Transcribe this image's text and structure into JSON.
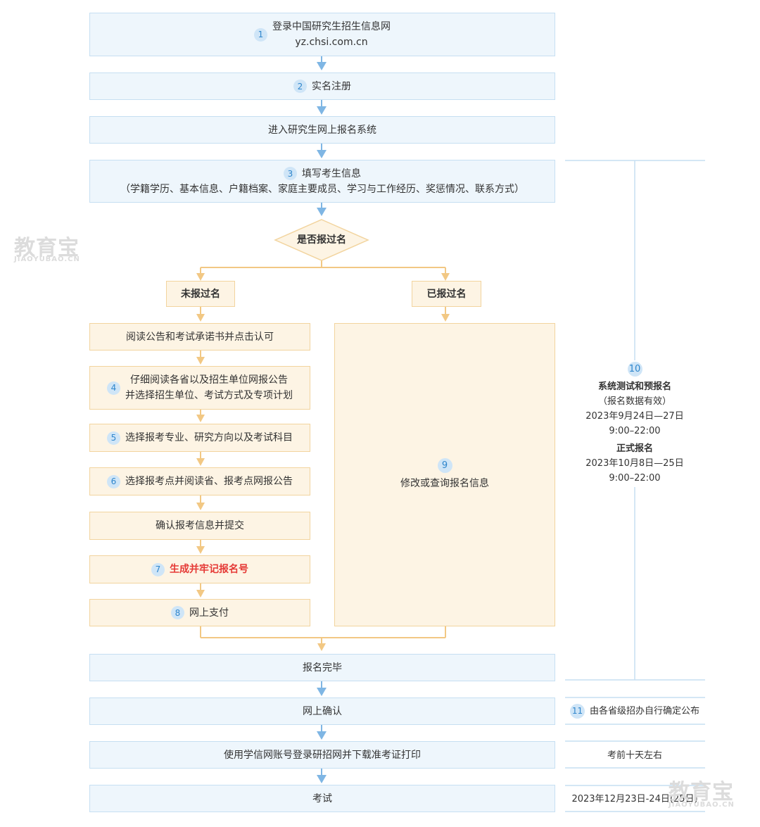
{
  "steps": {
    "s1": {
      "badge": "1",
      "line1": "登录中国研究生招生信息网",
      "line2": "yz.chsi.com.cn"
    },
    "s2": {
      "badge": "2",
      "label": "实名注册"
    },
    "s3": {
      "label": "进入研究生网上报名系统"
    },
    "s4": {
      "badge": "3",
      "line1": "填写考生信息",
      "line2": "（学籍学历、基本信息、户籍档案、家庭主要成员、学习与工作经历、奖惩情况、联系方式）"
    },
    "decision": "是否报过名",
    "not_registered": "未报过名",
    "registered": "已报过名",
    "read_notice": "阅读公告和考试承诺书并点击认可",
    "s_4": {
      "badge": "4",
      "line1": "仔细阅读各省以及招生单位网报公告",
      "line2": "并选择招生单位、考试方式及专项计划"
    },
    "s_5": {
      "badge": "5",
      "label": "选择报考专业、研究方向以及考试科目"
    },
    "s_6": {
      "badge": "6",
      "label": "选择报考点并阅读省、报考点网报公告"
    },
    "confirm": "确认报考信息并提交",
    "s_7": {
      "badge": "7",
      "label": "生成并牢记报名号"
    },
    "s_8": {
      "badge": "8",
      "label": "网上支付"
    },
    "s_9": {
      "badge": "9",
      "label": "修改或查询报名信息"
    },
    "done": "报名完毕",
    "online_confirm": "网上确认",
    "print_ticket": "使用学信网账号登录研招网并下载准考证打印",
    "exam": "考试"
  },
  "side": {
    "s10": {
      "badge": "10",
      "title1": "系统测试和预报名",
      "note1": "（报名数据有效）",
      "date1": "2023年9月24日—27日",
      "time1": "9:00–22:00",
      "title2": "正式报名",
      "date2": "2023年10月8日—25日",
      "time2": "9:00–22:00"
    },
    "s11": {
      "badge": "11",
      "label": "由各省级招办自行确定公布"
    },
    "before_exam": "考前十天左右",
    "exam_date": "2023年12月23日-24日(25日)"
  },
  "watermark": {
    "cn": "教育宝",
    "en": "JIAOYUBAO.CN"
  },
  "colors": {
    "blue_fill": "#eef6fc",
    "blue_border": "#c6dff2",
    "orange_fill": "#fdf4e4",
    "orange_border": "#f2d49e",
    "blue_arrow": "#7fb6e4",
    "orange_arrow": "#f2c884",
    "accent_red": "#e53935"
  }
}
